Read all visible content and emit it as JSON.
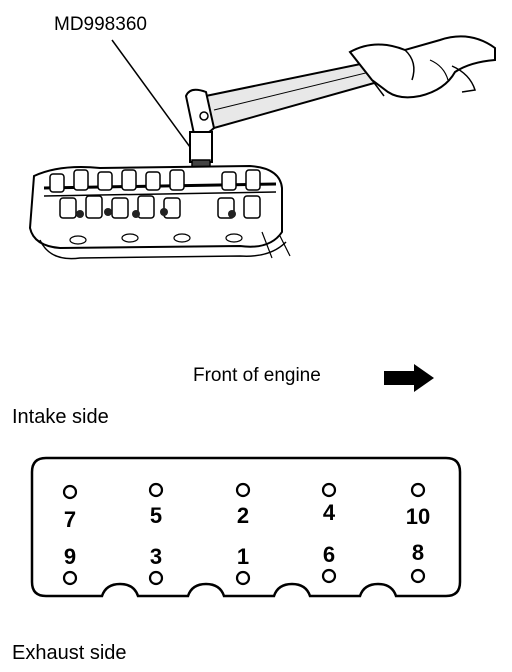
{
  "labels": {
    "tool": "MD998360",
    "front": "Front of engine",
    "intake": "Intake side",
    "exhaust": "Exhaust side"
  },
  "bolts": {
    "top_row": [
      "7",
      "5",
      "2",
      "4",
      "10"
    ],
    "bottom_row": [
      "9",
      "3",
      "1",
      "6",
      "8"
    ]
  }
}
